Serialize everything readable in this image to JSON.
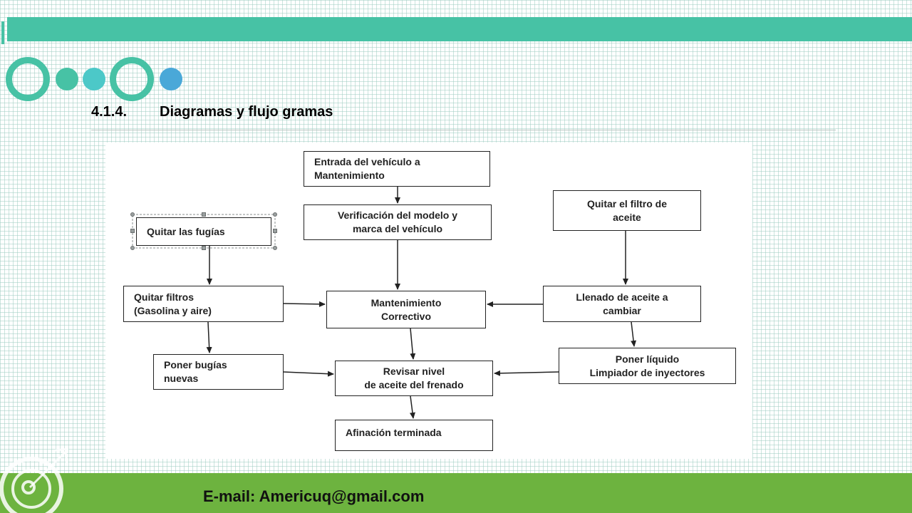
{
  "slide": {
    "section_number": "4.1.4.",
    "section_title": "Diagramas y flujo gramas",
    "footer_email": "E-mail: Americuq@gmail.com"
  },
  "theme": {
    "accent_teal": "#47c2a5",
    "accent_green": "#6db33f",
    "accent_blue": "#4aa8d8"
  },
  "diagram": {
    "nodes": {
      "entrada": "Entrada del vehículo a\nMantenimiento",
      "verificacion": "Verificación del modelo y\nmarca del vehículo",
      "quitar_filtro_aceite": "Quitar el filtro de\naceite",
      "quitar_fugas": "Quitar las fugías",
      "quitar_filtros": "Quitar filtros\n(Gasolina y aire)",
      "mantenimiento": "Mantenimiento\nCorrectivo",
      "llenado": "Llenado de aceite a\ncambiar",
      "poner_bugias": "Poner bugías\nnuevas",
      "revisar": "Revisar nivel\nde aceite del frenado",
      "poner_liquido": "Poner líquido\nLimpiador de inyectores",
      "afinacion": "Afinación terminada"
    }
  }
}
